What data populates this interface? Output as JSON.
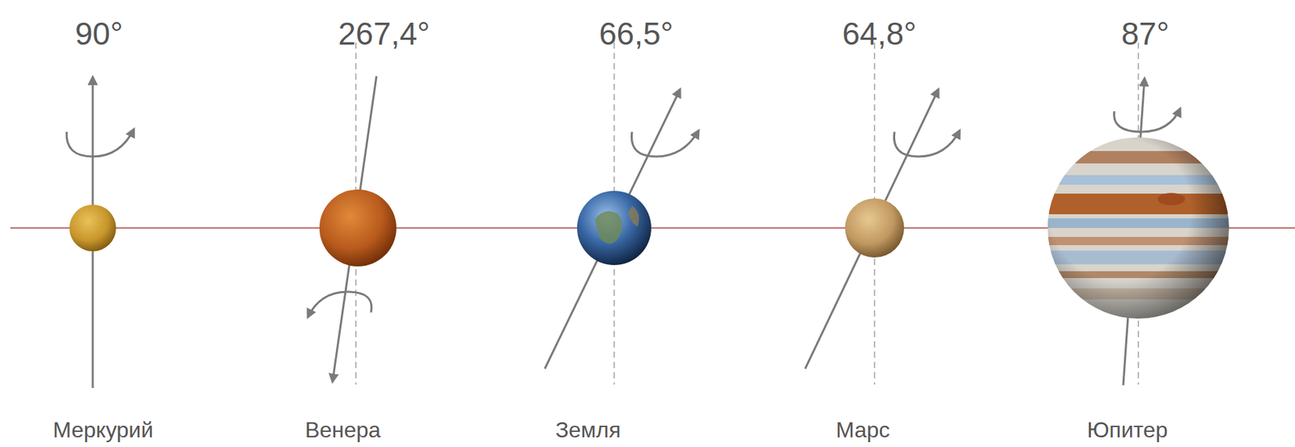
{
  "diagram": {
    "labels": [
      "90°",
      "267,4°",
      "66,5°",
      "64,8°",
      "87°",
      "Меркурий",
      "Венера",
      "Земля",
      "Марс",
      "Юпитер"
    ]
  }
}
